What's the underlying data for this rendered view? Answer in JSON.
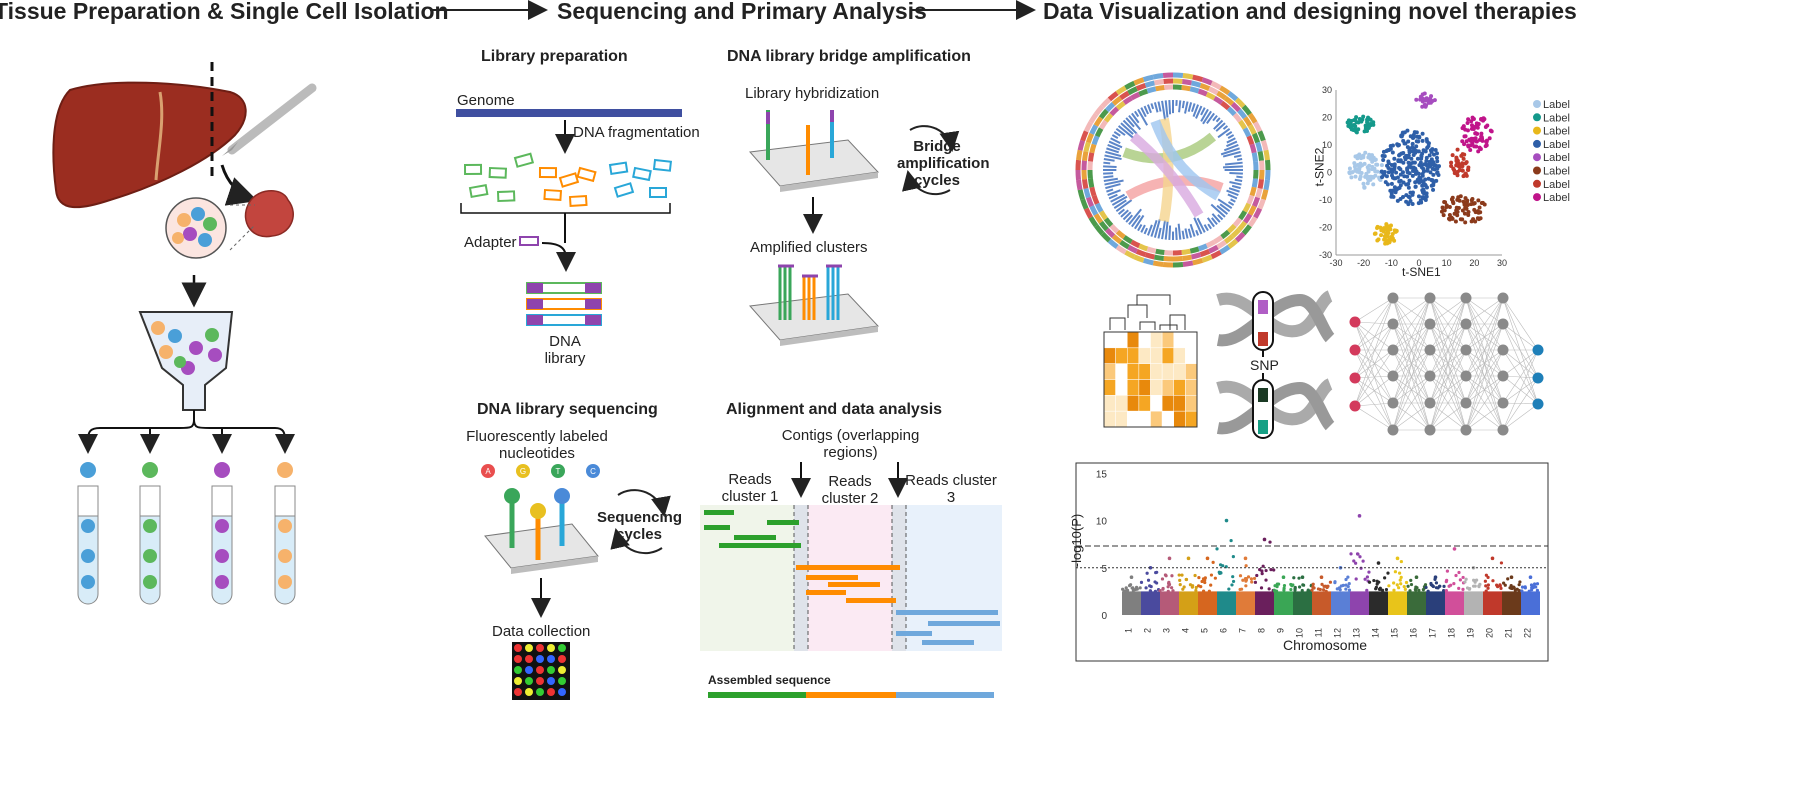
{
  "headers": {
    "tissue": "Tissue Preparation & Single Cell Isolation",
    "sequencing": "Sequencing and Primary Analysis",
    "visualization": "Data Visualization and designing novel therapies"
  },
  "library_prep": {
    "title": "Library preparation",
    "genome": "Genome",
    "fragmentation": "DNA fragmentation",
    "adapter": "Adapter",
    "dna_library": "DNA library"
  },
  "bridge": {
    "title": "DNA library bridge amplification",
    "hybridization": "Library hybridization",
    "cycles": "Bridge amplification cycles",
    "clusters": "Amplified clusters"
  },
  "sequencing_panel": {
    "title": "DNA library sequencing",
    "nucleotides": "Fluorescently labeled nucleotides",
    "bases": [
      "A",
      "G",
      "T",
      "C"
    ],
    "cycles": "Sequencing cycles",
    "collection": "Data collection"
  },
  "alignment": {
    "title": "Alignment and data analysis",
    "contigs": "Contigs (overlapping regions)",
    "cluster1": "Reads cluster 1",
    "cluster2": "Reads cluster 2",
    "cluster3": "Reads cluster 3",
    "assembled": "Assembled sequence"
  },
  "tsne": {
    "xlabel": "t-SNE1",
    "ylabel": "t-SNE2",
    "xticks": [
      "-30",
      "-20",
      "-10",
      "0",
      "10",
      "20",
      "30"
    ],
    "yticks": [
      "30",
      "20",
      "10",
      "0",
      "-10",
      "-20",
      "-30"
    ],
    "legend": [
      "Label",
      "Label",
      "Label",
      "Label",
      "Label",
      "Label",
      "Label",
      "Label"
    ]
  },
  "snp_label": "SNP",
  "colors": {
    "green": "#2ca02c",
    "orange": "#ff8c00",
    "blue": "#5b9bd5",
    "purple": "#8e44ad",
    "liver": "#9b2d20"
  },
  "chart_data": {
    "type": "scatter",
    "title": "",
    "xlabel": "Chromosome",
    "ylabel": "-log10(P)",
    "ylim": [
      0,
      18
    ],
    "yticks": [
      "0",
      "5",
      "10",
      "15"
    ],
    "categories": [
      "1",
      "2",
      "3",
      "4",
      "5",
      "6",
      "7",
      "8",
      "9",
      "10",
      "11",
      "12",
      "13",
      "14",
      "15",
      "16",
      "17",
      "18",
      "19",
      "20",
      "21",
      "22"
    ],
    "peak_values": [
      4,
      5,
      6,
      6,
      6,
      10,
      6,
      8,
      4,
      4,
      4,
      5,
      10.5,
      5.5,
      6,
      4,
      4,
      7,
      5,
      6,
      4,
      4
    ],
    "thresholds": [
      7.3,
      5
    ]
  }
}
